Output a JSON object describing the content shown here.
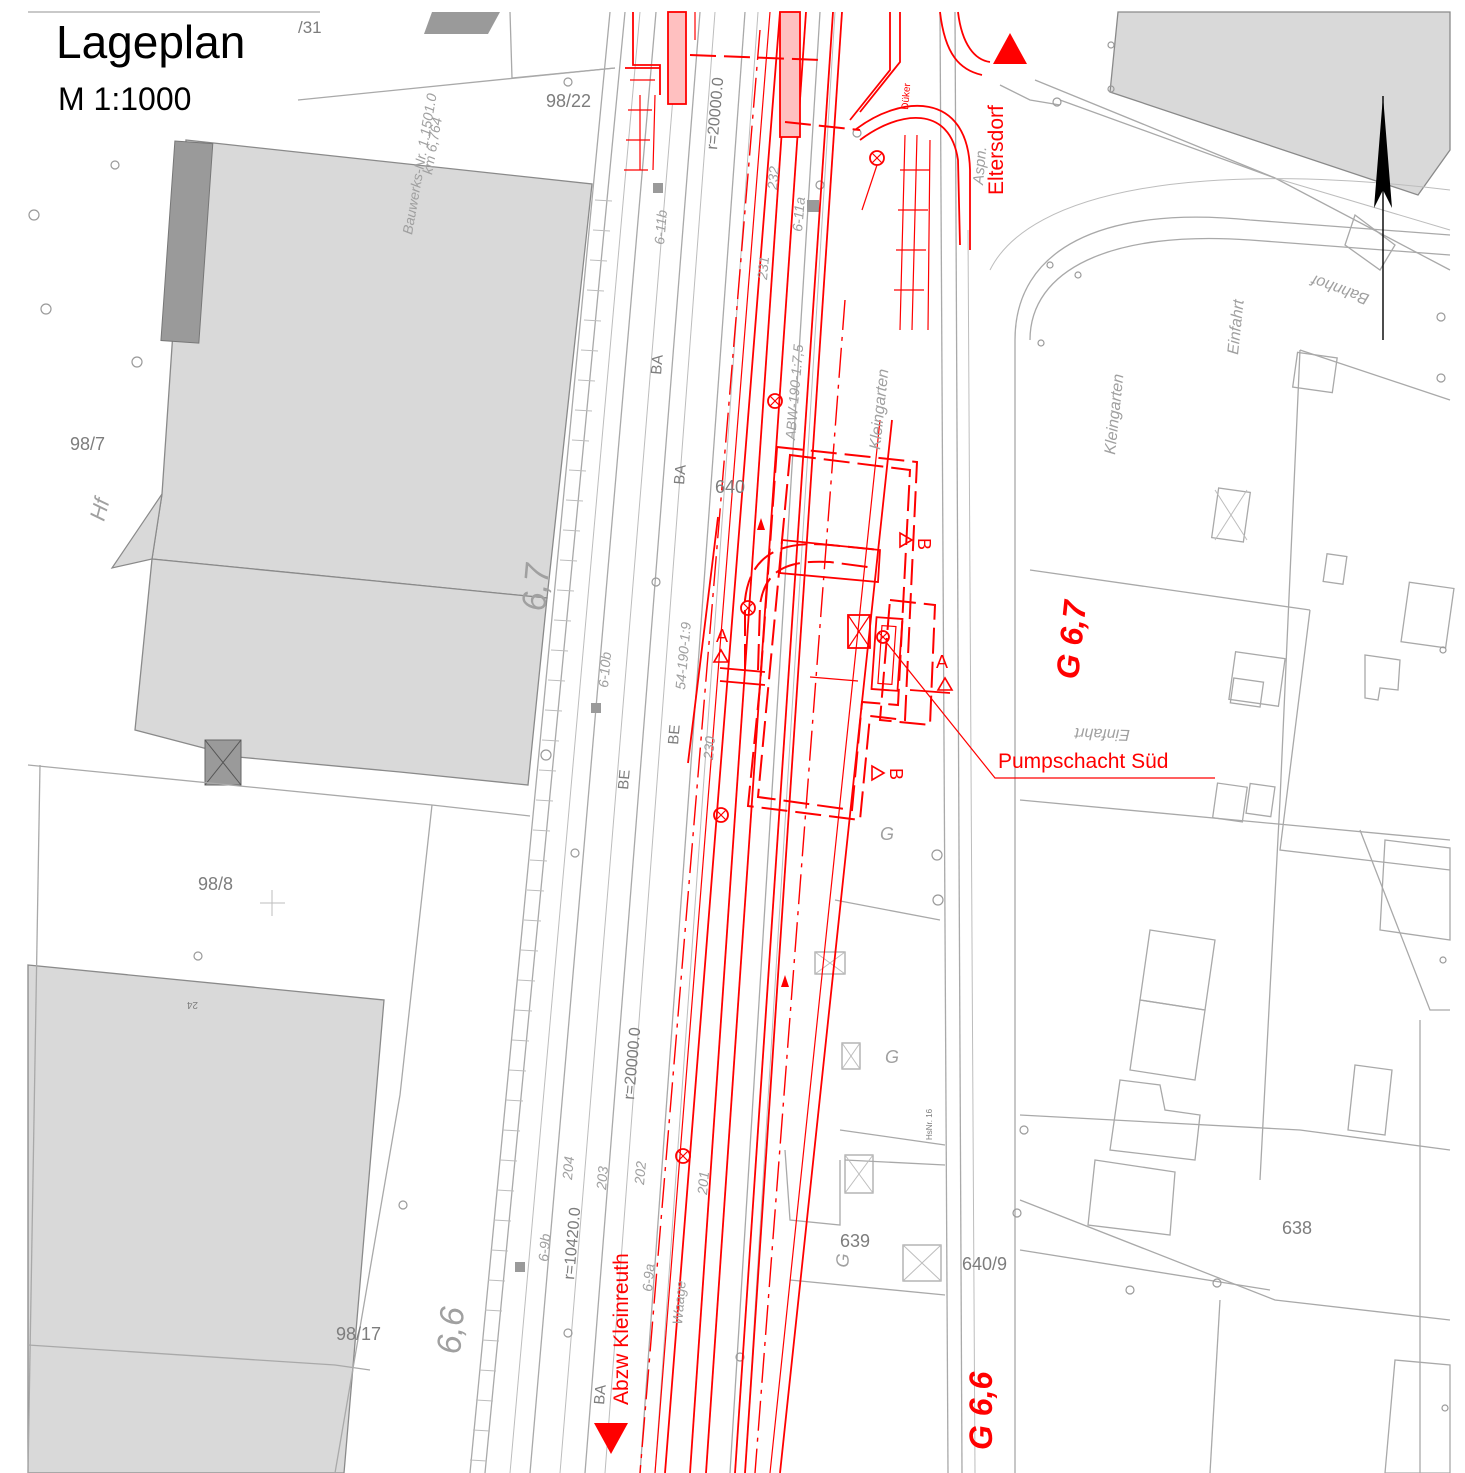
{
  "title": "Lageplan",
  "scale": "M 1:1000",
  "colors": {
    "plan_red": "#ff0000",
    "base_gray": "#a9a9a9",
    "building_fill": "#d9d9d9",
    "north_arrow": "#000000"
  },
  "parcels": {
    "p98_7": "98/7",
    "p98_8": "98/8",
    "p98_17": "98/17",
    "p98_22": "98/22",
    "p31": "/31",
    "p640": "640",
    "p639": "639",
    "p640_9": "640/9",
    "p638": "638"
  },
  "annotations": {
    "pumpschacht": "Pumpschacht Süd",
    "eltersdorf": "Eltersdorf",
    "abzw_kleinreuth": "Abzw Kleinreuth",
    "g67": "G 6,7",
    "g66": "G 6,6",
    "section_a": "A",
    "section_b": "B"
  },
  "track_labels": {
    "r20000_top": "r=20000.0",
    "r20000_mid": "r=20000.0",
    "r10420": "r=10420.0",
    "t6_11b": "6-11b",
    "t6_10b": "6-10b",
    "t6_9b": "6-9b",
    "t6_9a": "6-9a",
    "t6_11a": "6-11a",
    "t231": "231",
    "t232": "232",
    "t230": "230",
    "t204": "204",
    "t203": "203",
    "t202": "202",
    "t201": "201",
    "ba1": "BA",
    "ba2": "BA",
    "ba3": "BA",
    "be1": "BE",
    "be2": "BE",
    "slope1": "54-190-1:9",
    "slope2": "ABW-190-1:7,5",
    "km": "6,7",
    "km66": "6,6",
    "bauwerk": "Bauwerks-Nr. 1.1501.0",
    "km_val": "km 6,764",
    "hf": "Hf",
    "duker": "Düker",
    "aspn": "Aspn.",
    "hsnr": "HsNr. 16",
    "waage": "Waage",
    "num24": "24"
  },
  "area_labels": {
    "kleingarten1": "Kleingarten",
    "kleingarten2": "Kleingarten",
    "einfahrt1": "Einfahrt",
    "einfahrt2": "Einfahrt",
    "bahnhof": "Bahnhof",
    "g1": "G",
    "g2": "G",
    "g3": "G"
  }
}
